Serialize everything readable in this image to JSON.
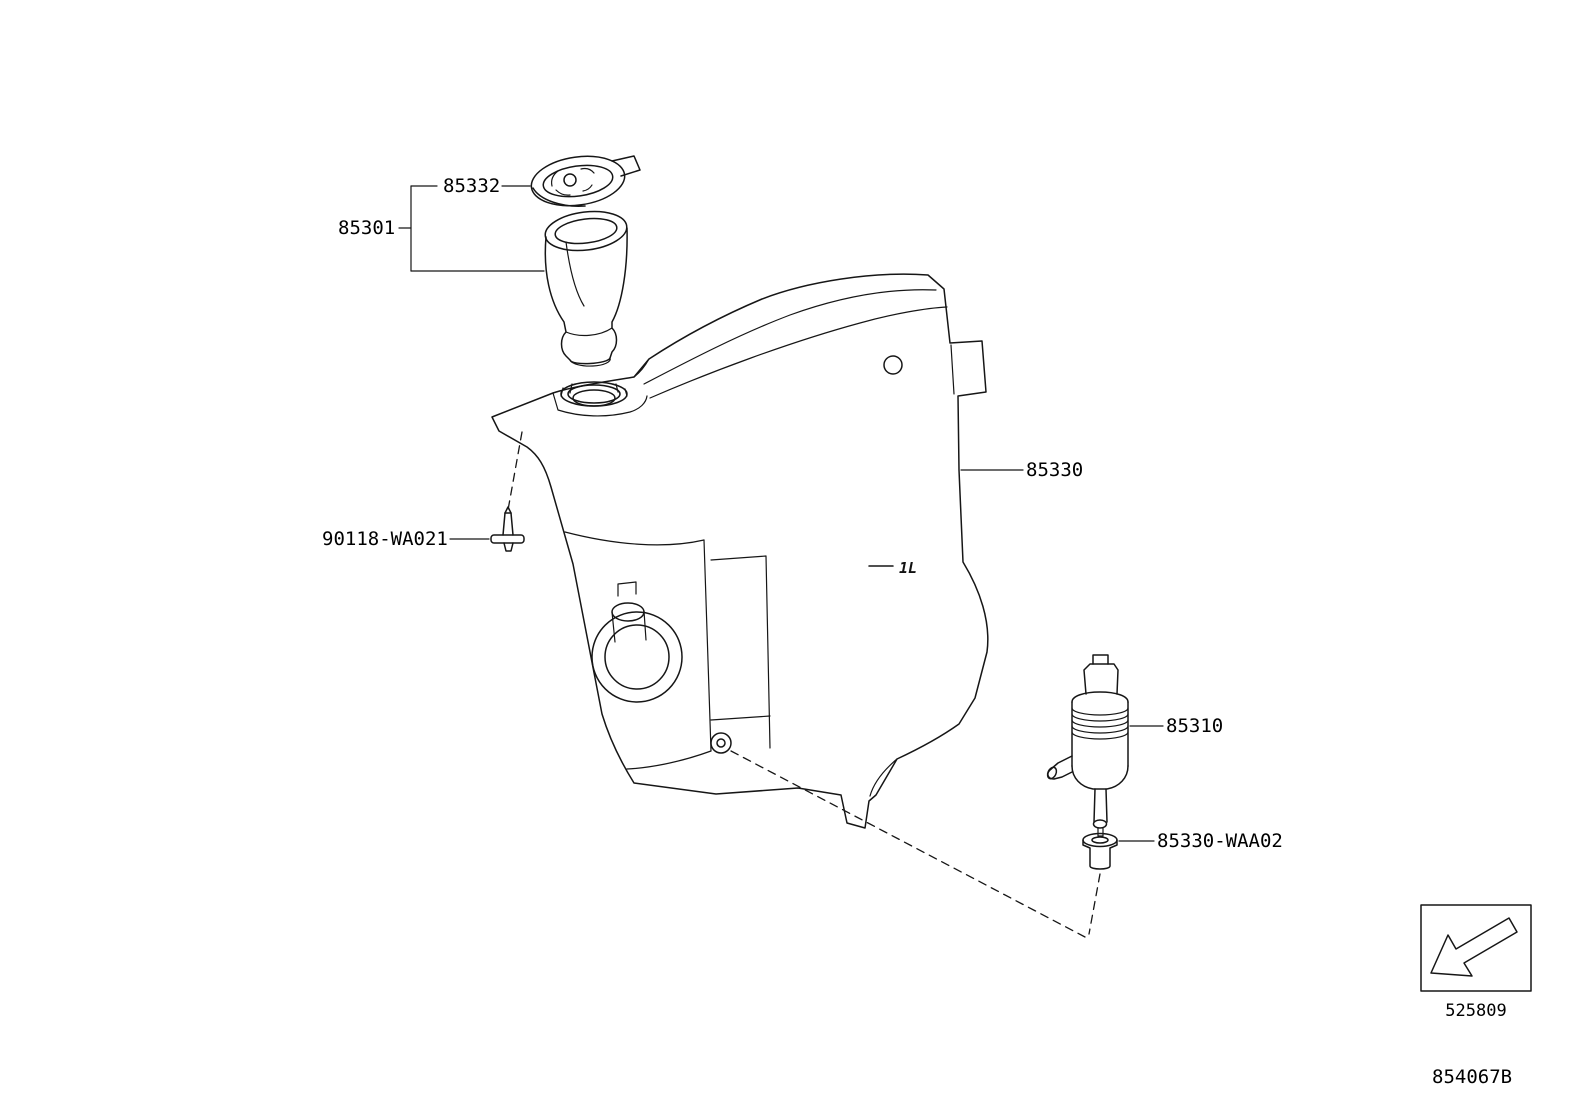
{
  "diagram": {
    "description": "Windshield washer jar exploded parts diagram",
    "line_color": "#161616",
    "background": "#ffffff"
  },
  "labels": {
    "cap": "85332",
    "jar_assy": "85301",
    "screw": "90118-WA021",
    "jar": "85330",
    "pump": "85310",
    "packing": "85330-WAA02"
  },
  "tank_marking": "1L",
  "footer": {
    "arrow_code": "525809",
    "figure_code": "854067B"
  }
}
